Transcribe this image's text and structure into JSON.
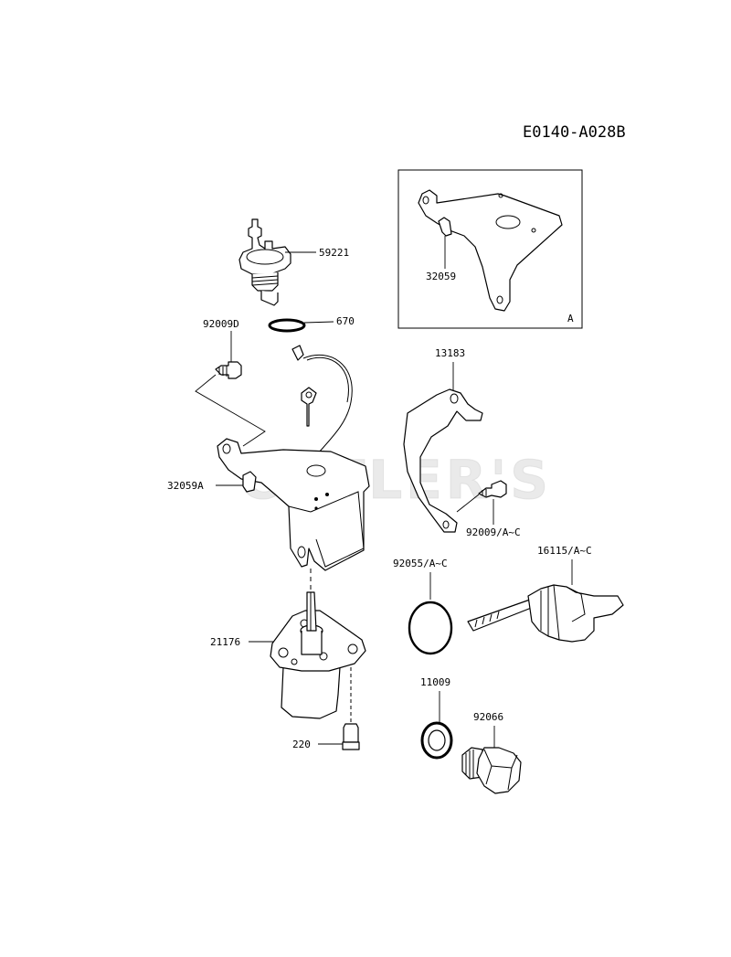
{
  "diagram_code": "E0140-A028B",
  "watermark": "CUTLER'S",
  "inset": {
    "corner_label": "A",
    "part_label": "32059"
  },
  "parts": [
    {
      "number": "59221"
    },
    {
      "number": "670"
    },
    {
      "number": "92009D"
    },
    {
      "number": "32059A"
    },
    {
      "number": "13183"
    },
    {
      "number": "92009/A~C"
    },
    {
      "number": "92055/A~C"
    },
    {
      "number": "16115/A~C"
    },
    {
      "number": "21176"
    },
    {
      "number": "220"
    },
    {
      "number": "11009"
    },
    {
      "number": "92066"
    }
  ]
}
